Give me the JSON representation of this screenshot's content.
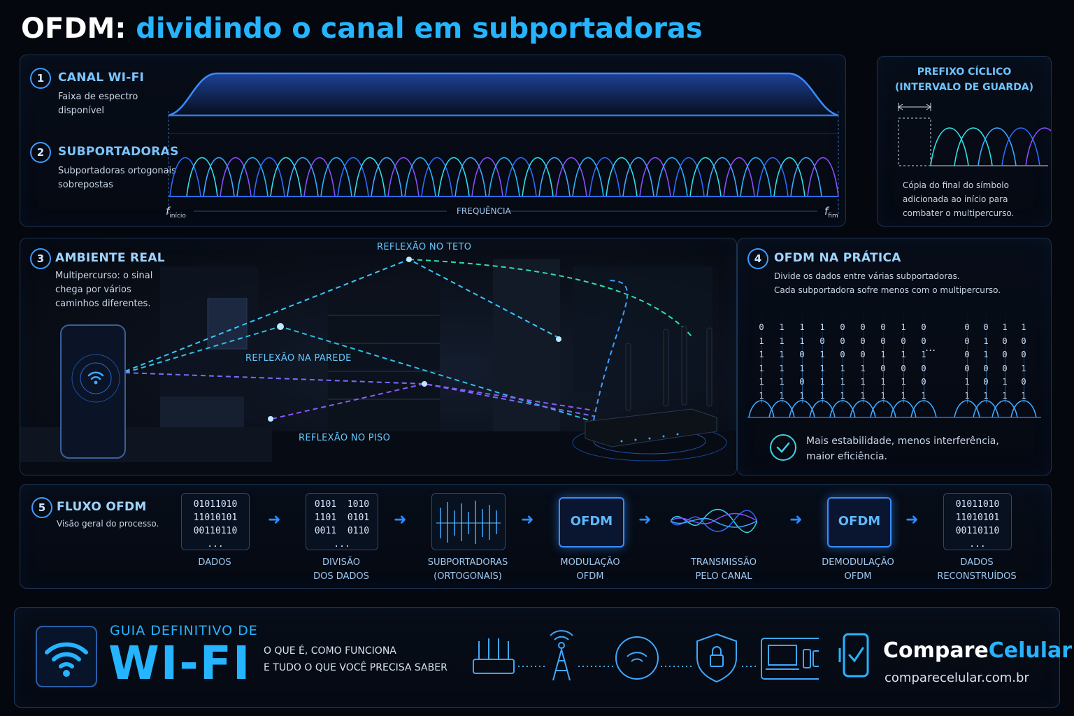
{
  "title": {
    "part1": "OFDM:",
    "part2": "dividindo o canal em subportadoras"
  },
  "section1": {
    "num": "1",
    "heading": "CANAL WI-FI",
    "desc_line1": "Faixa de espectro",
    "desc_line2": "disponível"
  },
  "section2": {
    "num": "2",
    "heading": "SUBPORTADORAS",
    "desc_line1": "Subportadoras ortogonais",
    "desc_line2": "sobrepostas"
  },
  "freq_axis": {
    "f_start": "f",
    "f_start_sub": "início",
    "label": "FREQUÊNCIA",
    "f_end": "f",
    "f_end_sub": "fim"
  },
  "prefix": {
    "title_line1": "PREFIXO CÍCLICO",
    "title_line2": "(INTERVALO DE GUARDA)",
    "desc_line1": "Cópia do final do símbolo",
    "desc_line2": "adicionada ao início para",
    "desc_line3": "combater o multipercurso."
  },
  "section3": {
    "num": "3",
    "heading": "AMBIENTE REAL",
    "desc_line1": "Multipercurso: o sinal",
    "desc_line2": "chega por vários",
    "desc_line3": "caminhos diferentes.",
    "refl_ceiling": "REFLEXÃO NO TETO",
    "refl_wall": "REFLEXÃO NA PAREDE",
    "refl_floor": "REFLEXÃO NO PISO"
  },
  "section4": {
    "num": "4",
    "heading": "OFDM NA PRÁTICA",
    "desc_line1": "Divide os dados entre várias subportadoras.",
    "desc_line2": "Cada subportadora sofre menos com o multipercurso.",
    "ellipsis": "...",
    "benefit_line1": "Mais estabilidade, menos interferência,",
    "benefit_line2": "maior eficiência.",
    "bit_columns_left": [
      "011111",
      "111111",
      "110101",
      "101111",
      "000111",
      "000111",
      "001011",
      "101011",
      "001001"
    ],
    "bit_columns_right": [
      "000011",
      "011001",
      "100011",
      "100101"
    ]
  },
  "section5": {
    "num": "5",
    "heading": "FLUXO OFDM",
    "desc": "Visão geral do processo.",
    "steps": [
      {
        "bits": "01011010\n11010101\n00110110\n...",
        "label_line1": "DADOS",
        "label_line2": ""
      },
      {
        "bits": "0101  1010\n1101  0101\n0011  0110\n...",
        "label_line1": "DIVISÃO",
        "label_line2": "DOS DADOS"
      },
      {
        "label_line1": "SUBPORTADORAS",
        "label_line2": "(ORTOGONAIS)"
      },
      {
        "box_text": "OFDM",
        "label_line1": "MODULAÇÃO",
        "label_line2": "OFDM"
      },
      {
        "label_line1": "TRANSMISSÃO",
        "label_line2": "PELO CANAL"
      },
      {
        "box_text": "OFDM",
        "label_line1": "DEMODULAÇÃO",
        "label_line2": "OFDM"
      },
      {
        "bits": "01011010\n11010101\n00110110\n...",
        "label_line1": "DADOS",
        "label_line2": "RECONSTRUÍDOS"
      }
    ]
  },
  "footer": {
    "guide_line1": "GUIA DEFINITIVO DE",
    "guide_big": "WI-FI",
    "tag_line1": "O QUE É, COMO FUNCIONA",
    "tag_line2": "E TUDO O QUE VOCÊ PRECISA SABER",
    "brand_a": "Compare",
    "brand_b": "Celular",
    "url": "comparecelular.com.br"
  },
  "colors": {
    "accent": "#25b4ff",
    "deep_blue": "#2d6bff",
    "violet": "#8a4dff",
    "cyan": "#2ee0e6"
  }
}
